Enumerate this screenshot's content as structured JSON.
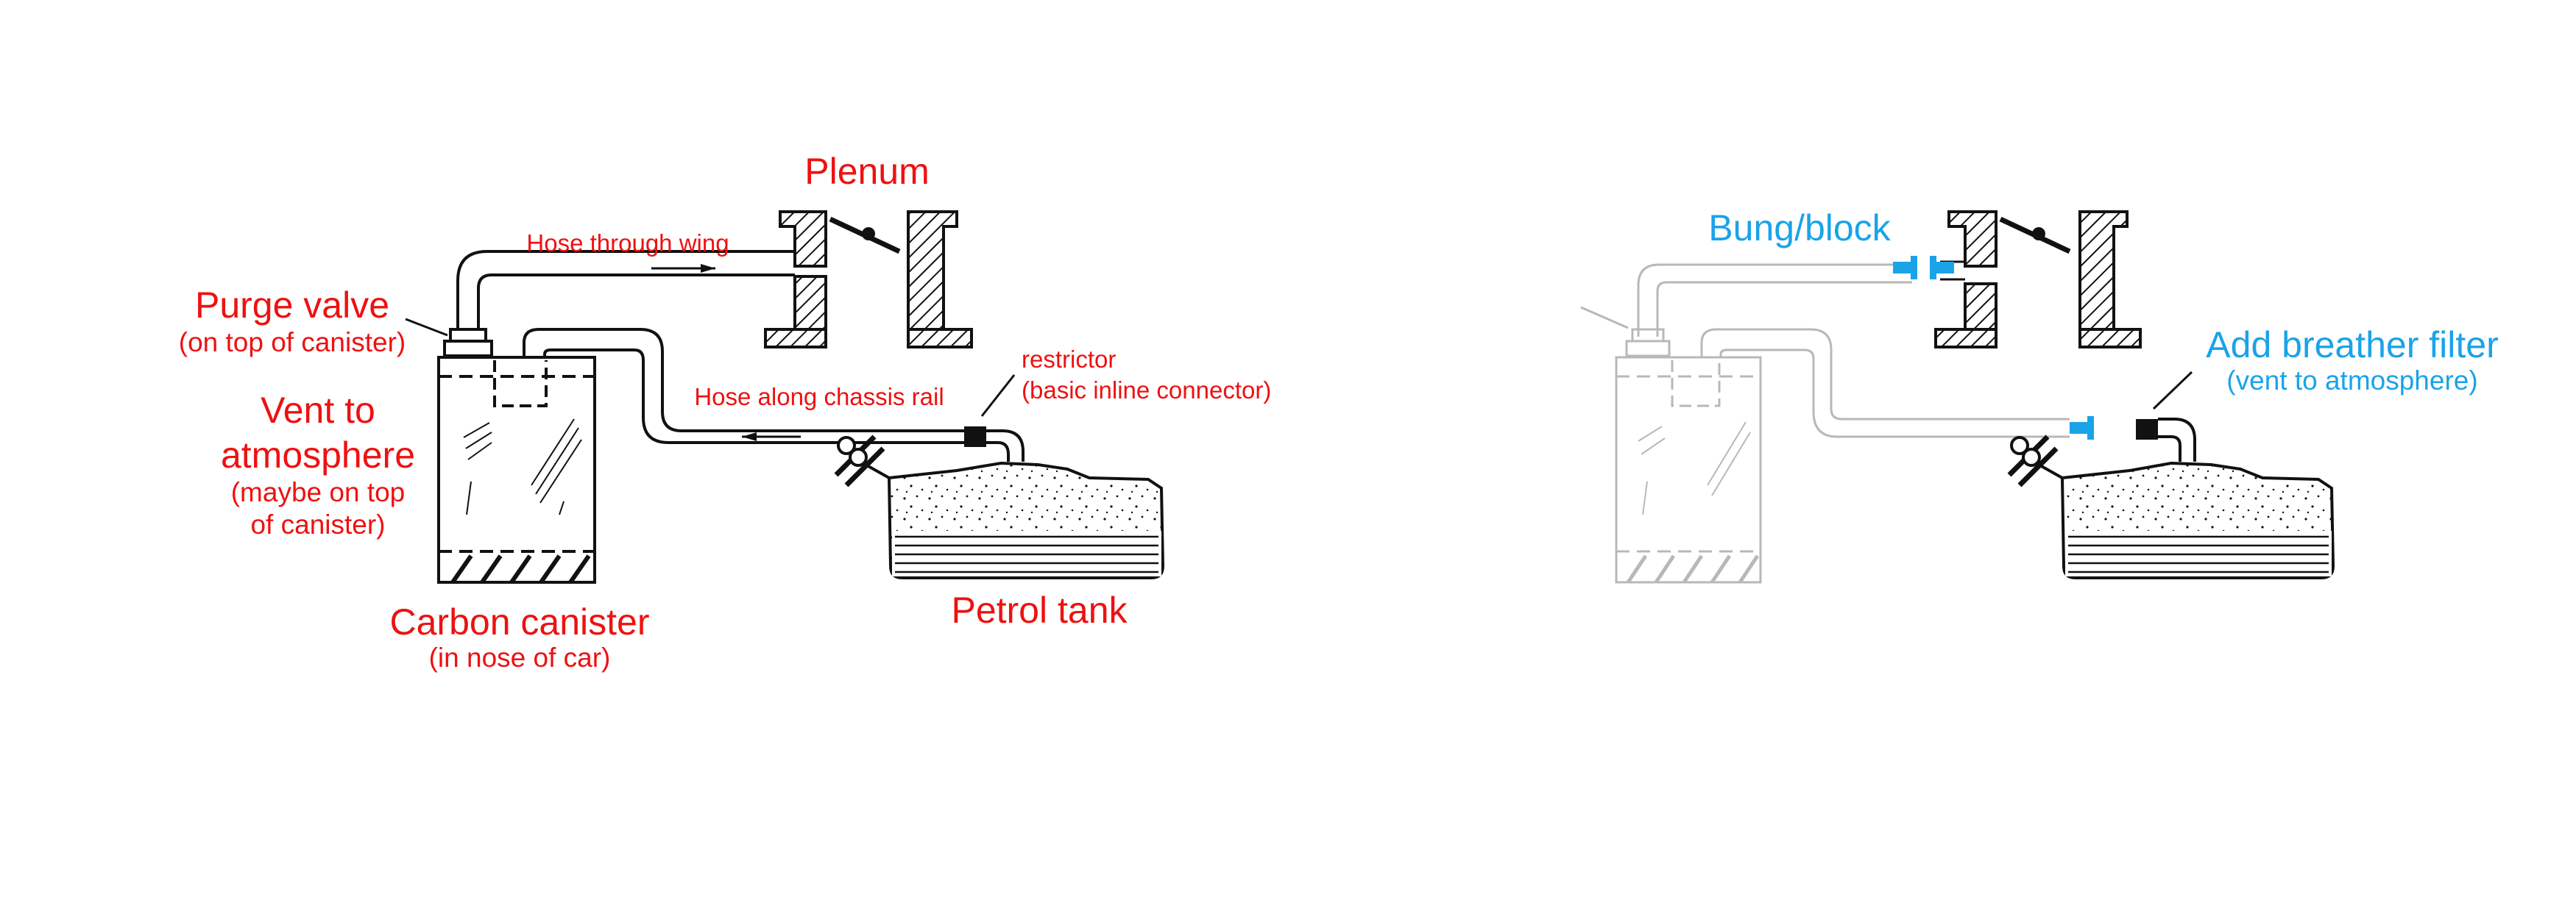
{
  "colors": {
    "annotation_left": "#ee1111",
    "annotation_right": "#1aa3e8",
    "ink": "#111111",
    "faded_ink": "#b8b8b8",
    "background": "#ffffff"
  },
  "left_panel": {
    "plenum": "Plenum",
    "hose_wing": "Hose through wing",
    "purge_valve": "Purge valve",
    "purge_valve_note": "(on top of canister)",
    "vent_line1": "Vent to",
    "vent_line2": "atmosphere",
    "vent_note1": "(maybe on top",
    "vent_note2": "of canister)",
    "canister": "Carbon canister",
    "canister_note": "(in nose of car)",
    "hose_chassis": "Hose along chassis rail",
    "restrictor": "restrictor",
    "restrictor_note": "(basic inline connector)",
    "petrol_tank": "Petrol tank"
  },
  "right_panel": {
    "bung": "Bung/block",
    "breather": "Add breather filter",
    "breather_note": "(vent to atmosphere)"
  }
}
